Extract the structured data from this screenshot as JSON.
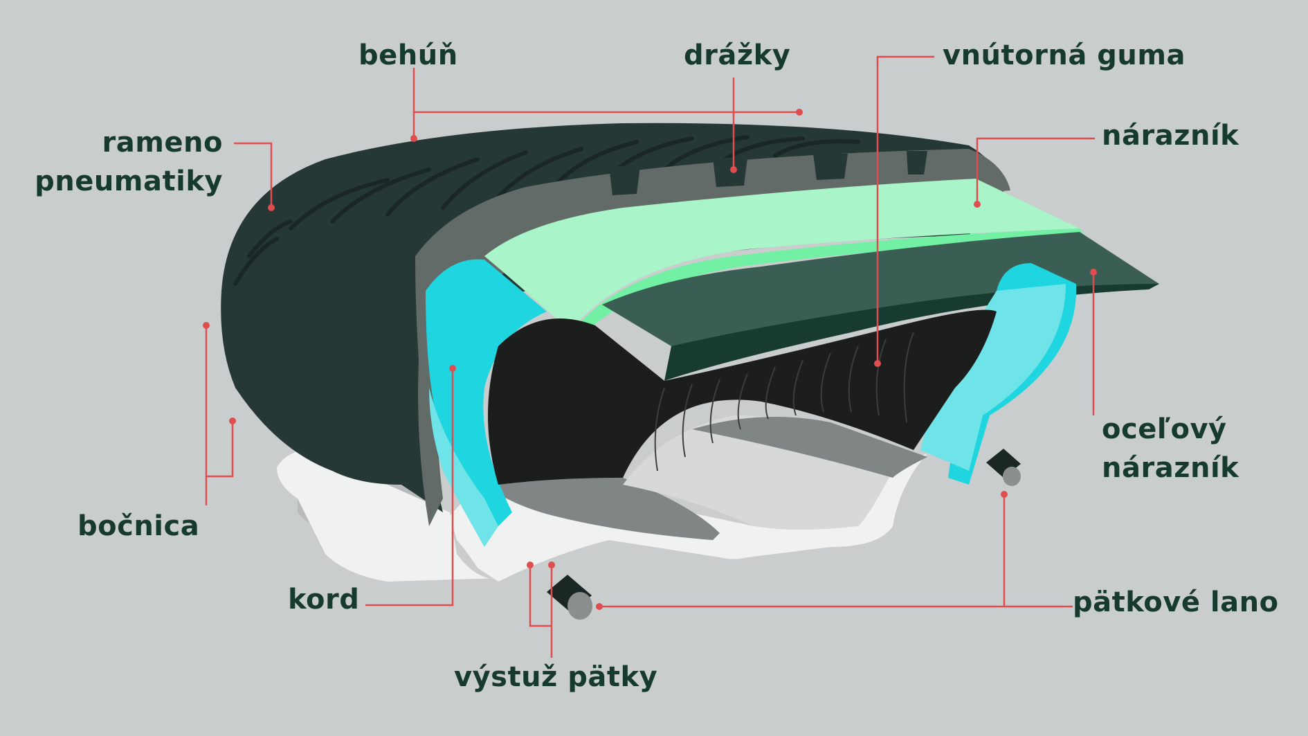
{
  "labels": {
    "behun": "behúň",
    "drazky": "drážky",
    "vnutorna_guma": "vnútorná guma",
    "naraznik": "nárazník",
    "rameno_line1": "rameno",
    "rameno_line2": "pneumatiky",
    "bocnica": "bočnica",
    "kord": "kord",
    "vystuz_patky": "výstuž pätky",
    "patkove_lano": "pätkové lano",
    "ocelovy_line1": "oceľový",
    "ocelovy_line2": "nárazník"
  },
  "colors": {
    "background": "#cacdce",
    "label_text": "#163a2e",
    "leader_line": "#e04d4f",
    "tread_dark": "#263836",
    "tread_groove": "#1b2725",
    "cut_face_gray": "#626b68",
    "belt_light_green": "#a9f5c9",
    "belt_mid_green": "#72f0a4",
    "steel_belt": "#3b5e54",
    "steel_belt_edge": "#173a31",
    "cord_cyan": "#1fd5e0",
    "cord_light_cyan": "#6ee3e8",
    "inner_black": "#1c1d1d",
    "rim_white": "#f0f1f1",
    "rim_gray": "#8a8e8d",
    "rim_light": "#d7d9d9"
  },
  "icons": {
    "tire": "tire-cross-section-illustration",
    "bead_wire": "bead-wire-cylinder"
  }
}
